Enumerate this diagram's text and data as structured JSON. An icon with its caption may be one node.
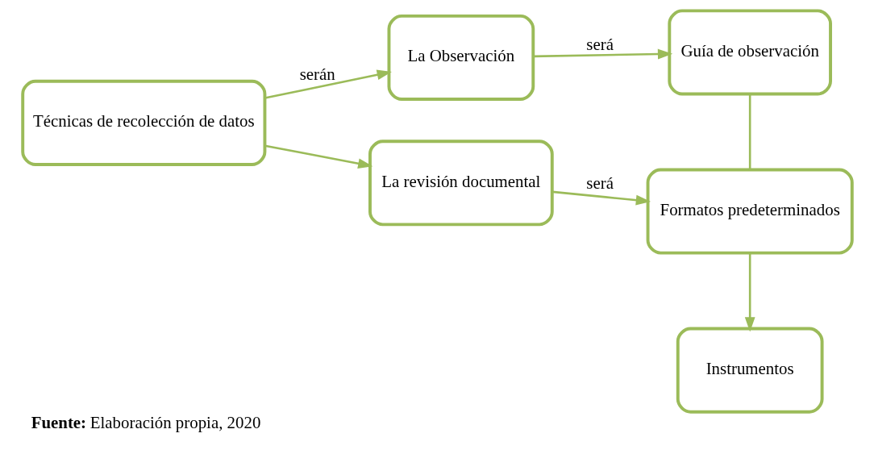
{
  "diagram": {
    "caption": "**Fuente:** Elaboración propia, 2020",
    "nodes": [
      {
        "text": [
          "Técnicas de recolección de datos"
        ]
      },
      {
        "text": [
          "La Observación"
        ]
      },
      {
        "text": [
          "La revisión documental"
        ]
      },
      {
        "text": [
          "Guía de observación"
        ]
      },
      {
        "text": [
          "Formatos predeterminados"
        ]
      },
      {
        "text": [
          "Instrumentos"
        ]
      }
    ],
    "edges": [
      {
        "from": 0,
        "to": 1,
        "arrow": "to",
        "label": "serán"
      },
      {
        "from": 0,
        "to": 2,
        "arrow": "to"
      },
      {
        "from": 1,
        "to": 3,
        "arrow": "to",
        "label": "será"
      },
      {
        "from": 2,
        "to": 4,
        "arrow": "to",
        "label": "será"
      },
      {
        "from": 3,
        "to": 4,
        "arrow": "none"
      },
      {
        "from": 4,
        "to": 5,
        "arrow": "to"
      }
    ]
  }
}
